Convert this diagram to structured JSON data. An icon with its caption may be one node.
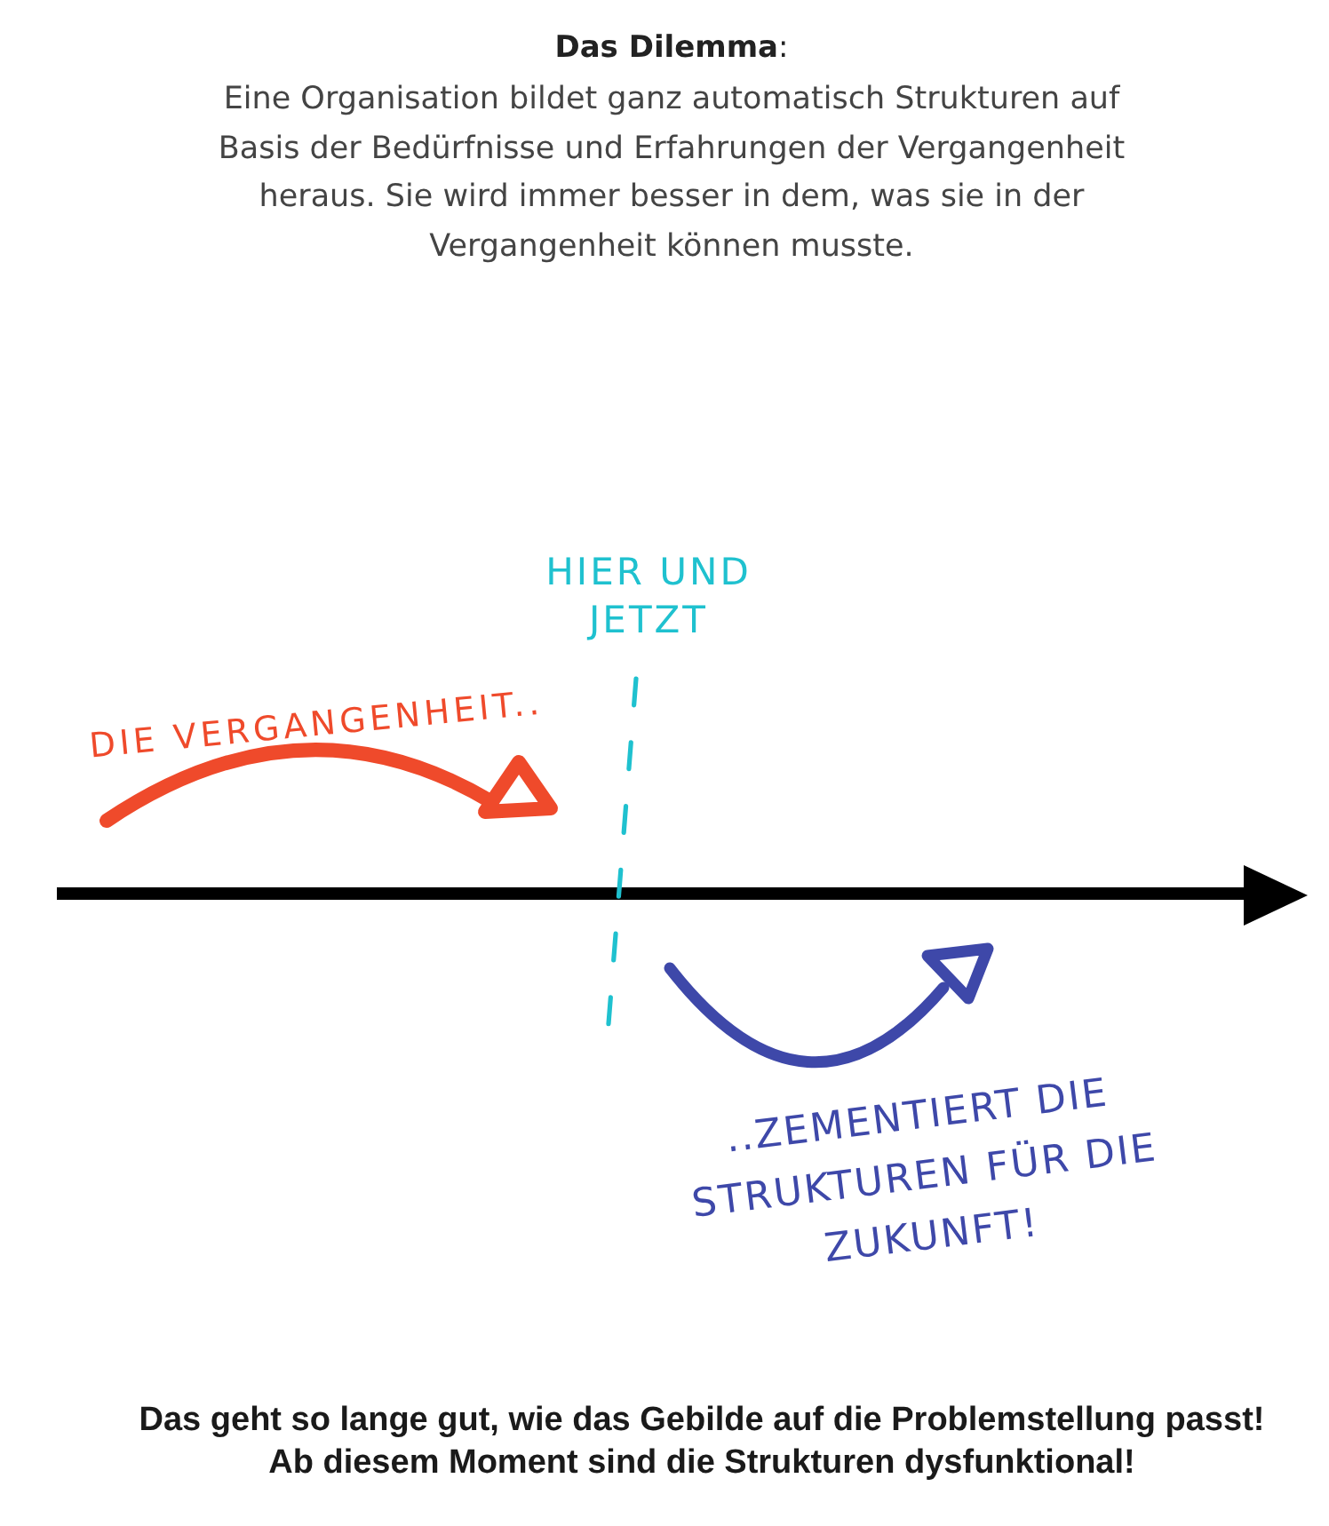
{
  "diagram": {
    "title": "**Das Dilemma**:",
    "caption": "Das geht so lange gut, wie das Gebilde auf die Problemstellung passt! Ab diesem Moment sind die Strukturen dysfunktional!",
    "labels": [
      "Eine Organisation bildet ganz automatisch Strukturen auf Basis der Bedürfnisse und Erfahrungen der Vergangenheit heraus. Sie wird immer besser in dem, was sie in der Vergangenheit können musste.",
      "HIER UND JETZT",
      "DIE VERGANGENHEIT..",
      "..ZEMENTIERT DIE STRUKTUREN FÜR DIE ZUKUNFT!"
    ]
  }
}
